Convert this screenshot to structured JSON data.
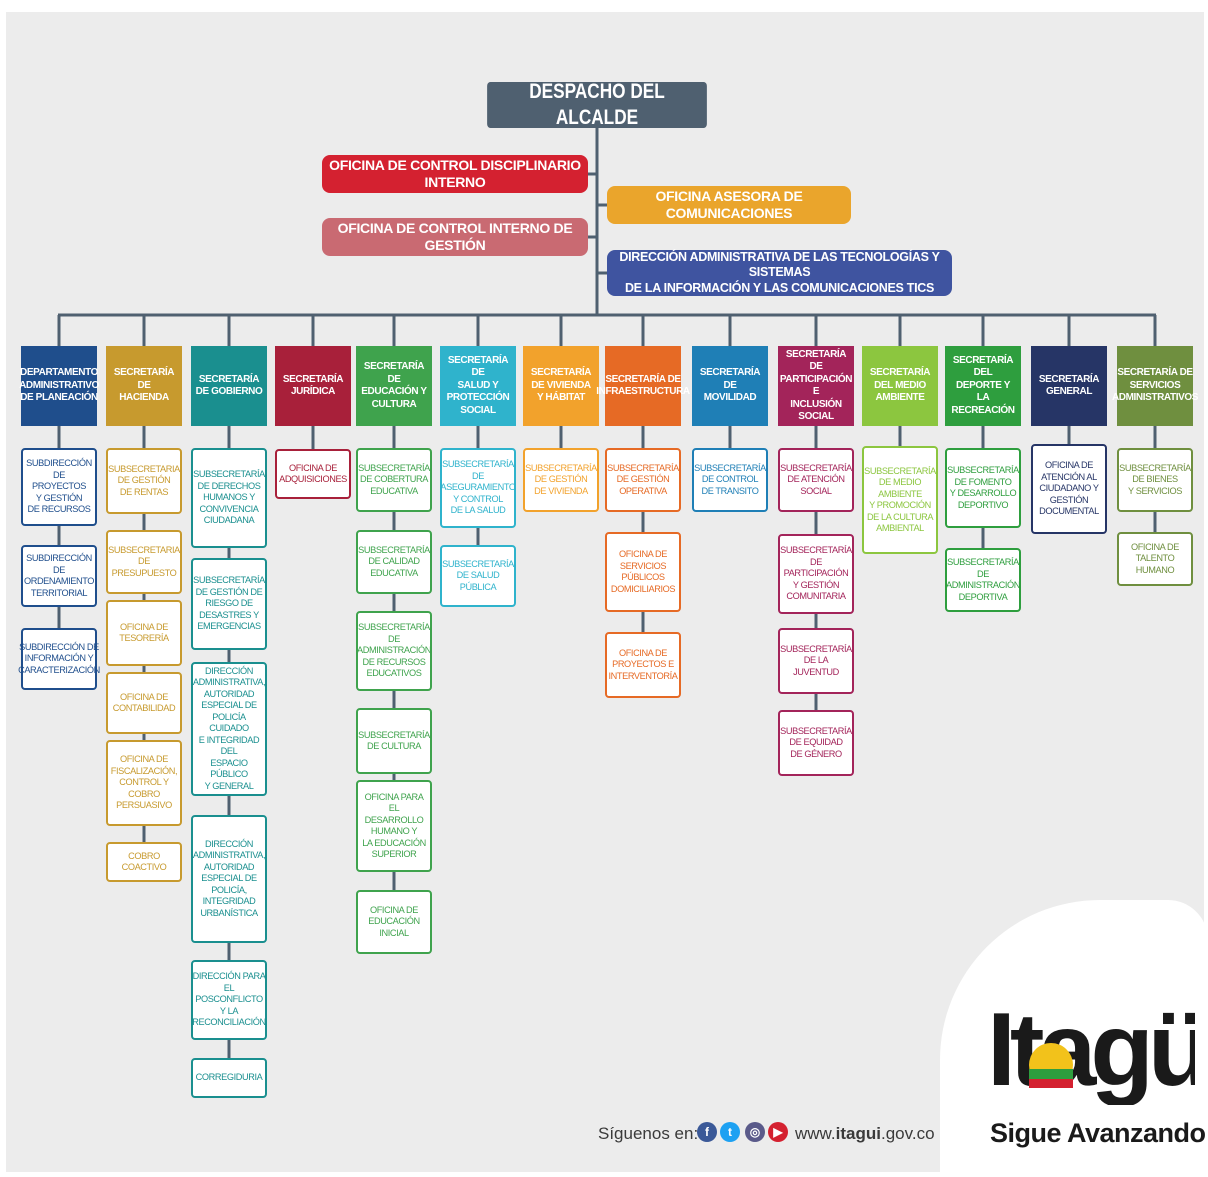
{
  "top": {
    "label": "DESPACHO DEL ALCALDE"
  },
  "offices": {
    "disciplinario": "OFICINA DE CONTROL DISCIPLINARIO INTERNO",
    "comunicaciones": "OFICINA ASESORA DE COMUNICACIONES",
    "control_gestion": "OFICINA DE CONTROL INTERNO DE GESTIÓN",
    "tics": "DIRECCIÓN ADMINISTRATIVA DE LAS TECNOLOGÍAS Y SISTEMAS\nDE LA INFORMACIÓN Y LAS COMUNICACIONES TICS"
  },
  "colors": {
    "disciplinario": "#d42130",
    "comunicaciones": "#eaa52c",
    "control_gestion": "#c96a72",
    "tics": "#3f54a0",
    "top": "#4f6070"
  },
  "departments": [
    {
      "name": "DEPARTAMENTO\nADMINISTRATIVO\nDE PLANEACIÓN",
      "color": "#1f4e8c",
      "children": [
        "SUBDIRECCIÓN\nDE PROYECTOS\nY GESTIÓN\nDE RECURSOS",
        "SUBDIRECCIÓN DE\nORDENAMIENTO\nTERRITORIAL",
        "SUBDIRECCIÓN DE\nINFORMACIÓN Y\nCARACTERIZACIÓN"
      ]
    },
    {
      "name": "SECRETARÍA DE\nHACIENDA",
      "color": "#c79a2e",
      "children": [
        "SUBSECRETARIA\nDE GESTIÓN\nDE RENTAS",
        "SUBSECRETARIA\nDE PRESUPUESTO",
        "OFICINA DE\nTESORERÍA",
        "OFICINA DE\nCONTABILIDAD",
        "OFICINA DE\nFISCALIZACIÓN,\nCONTROL Y COBRO\nPERSUASIVO",
        "COBRO COACTIVO"
      ]
    },
    {
      "name": "SECRETARÍA\nDE GOBIERNO",
      "color": "#1a8f8f",
      "children": [
        "SUBSECRETARÍA\nDE DERECHOS\nHUMANOS Y\nCONVIVENCIA\nCIUDADANA",
        "SUBSECRETARÍA\nDE GESTIÓN DE\nRIESGO DE\nDESASTRES Y\nEMERGENCIAS",
        "DIRECCIÓN\nADMINISTRATIVA,\nAUTORIDAD\nESPECIAL DE\nPOLICÍA CUIDADO\nE INTEGRIDAD DEL\nESPACIO PÚBLICO\nY GENERAL",
        "DIRECCIÓN\nADMINISTRATIVA,\nAUTORIDAD\nESPECIAL DE\nPOLICÍA,\nINTEGRIDAD\nURBANÍSTICA",
        "DIRECCIÓN PARA\nEL POSCONFLICTO\nY LA\nRECONCILIACIÓN",
        "CORREGIDURIA"
      ]
    },
    {
      "name": "SECRETARÍA\nJURÍDICA",
      "color": "#a8203a",
      "children": [
        "OFICINA DE\nADQUISICIONES"
      ]
    },
    {
      "name": "SECRETARÍA DE\nEDUCACIÓN Y\nCULTURA",
      "color": "#3fa34d",
      "children": [
        "SUBSECRETARÍA\nDE COBERTURA\nEDUCATIVA",
        "SUBSECRETARÍA\nDE CALIDAD\nEDUCATIVA",
        "SUBSECRETARÍA DE\nADMINISTRACIÓN\nDE RECURSOS\nEDUCATIVOS",
        "SUBSECRETARÍA\nDE CULTURA",
        "OFICINA PARA EL\nDESARROLLO\nHUMANO Y\nLA EDUCACIÓN\nSUPERIOR",
        "OFICINA DE\nEDUCACIÓN\nINICIAL"
      ]
    },
    {
      "name": "SECRETARÍA DE\nSALUD Y\nPROTECCIÓN\nSOCIAL",
      "color": "#2fb3cc",
      "children": [
        "SUBSECRETARÍA\nDE ASEGURAMIENTO\nY CONTROL\nDE LA SALUD",
        "SUBSECRETARÍA\nDE SALUD\nPÚBLICA"
      ]
    },
    {
      "name": "SECRETARÍA\nDE VIVIENDA\nY HÁBITAT",
      "color": "#f2a22c",
      "children": [
        "SUBSECRETARÍA\nDE GESTIÓN\nDE VIVIENDA"
      ]
    },
    {
      "name": "SECRETARÍA DE\nINFRAESTRUCTURA",
      "color": "#e66a25",
      "children": [
        "SUBSECRETARÍA\nDE GESTIÓN\nOPERATIVA",
        "OFICINA DE\nSERVICIOS\nPÚBLICOS\nDOMICILIARIOS",
        "OFICINA DE\nPROYECTOS E\nINTERVENTORÍA"
      ]
    },
    {
      "name": "SECRETARÍA DE\nMOVILIDAD",
      "color": "#1f7fb6",
      "children": [
        "SUBSECRETARÍA\nDE CONTROL\nDE TRANSITO"
      ]
    },
    {
      "name": "SECRETARÍA DE\nPARTICIPACIÓN E\nINCLUSIÓN\nSOCIAL",
      "color": "#a3245a",
      "children": [
        "SUBSECRETARÍA\nDE ATENCIÓN\nSOCIAL",
        "SUBSECRETARÍA\nDE PARTICIPACIÓN\nY GESTIÓN\nCOMUNITARIA",
        "SUBSECRETARÍA\nDE LA\nJUVENTUD",
        "SUBSECRETARÍA\nDE EQUIDAD\nDE GÉNERO"
      ]
    },
    {
      "name": "SECRETARÍA\nDEL MEDIO\nAMBIENTE",
      "color": "#8cc63f",
      "children": [
        "SUBSECRETARÍA\nDE MEDIO\nAMBIENTE\nY PROMOCIÓN\nDE LA CULTURA\nAMBIENTAL"
      ]
    },
    {
      "name": "SECRETARÍA DEL\nDEPORTE Y\nLA RECREACIÓN",
      "color": "#2e9e3e",
      "children": [
        "SUBSECRETARÍA\nDE FOMENTO\nY DESARROLLO\nDEPORTIVO",
        "SUBSECRETARÍA DE\nADMINISTRACIÓN\nDEPORTIVA"
      ]
    },
    {
      "name": "SECRETARÍA\nGENERAL",
      "color": "#263566",
      "children": [
        "OFICINA DE\nATENCIÓN AL\nCIUDADANO Y\nGESTIÓN\nDOCUMENTAL"
      ]
    },
    {
      "name": "SECRETARÍA DE\nSERVICIOS\nADMINISTRATIVOS",
      "color": "#6f8f3f",
      "children": [
        "SUBSECRETARÍA\nDE BIENES\nY SERVICIOS",
        "OFICINA DE\nTALENTO HUMANO"
      ]
    }
  ],
  "footer": {
    "follow": "Síguenos en:",
    "url_prefix": "www.",
    "url_bold": "itagui",
    "url_suffix": ".gov.co"
  },
  "social_icons": [
    {
      "icon": "facebook-icon",
      "glyph": "f",
      "color": "#3b5998"
    },
    {
      "icon": "twitter-icon",
      "glyph": "t",
      "color": "#1da1f2"
    },
    {
      "icon": "instagram-icon",
      "glyph": "◎",
      "color": "#5a5a8a"
    },
    {
      "icon": "youtube-icon",
      "glyph": "▶",
      "color": "#d42130"
    }
  ],
  "logo": {
    "text": "Itagüí",
    "slogan": "Sigue Avanzando"
  }
}
